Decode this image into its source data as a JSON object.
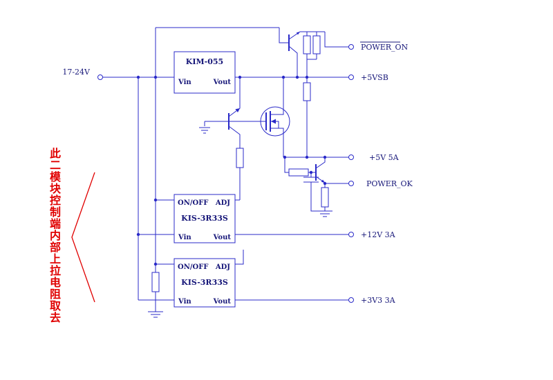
{
  "input": {
    "label": "17-24V"
  },
  "modules": {
    "kim": {
      "name": "KIM-055",
      "vin": "Vin",
      "vout": "Vout"
    },
    "kis1": {
      "name": "KIS-3R33S",
      "on_off": "ON/OFF",
      "adj": "ADJ",
      "vin": "Vin",
      "vout": "Vout"
    },
    "kis2": {
      "name": "KIS-3R33S",
      "on_off": "ON/OFF",
      "adj": "ADJ",
      "vin": "Vin",
      "vout": "Vout"
    }
  },
  "outputs": {
    "power_on": "POWER_ON",
    "v5sb": "+5VSB",
    "v5": "+5V 5A",
    "power_ok": "POWER_OK",
    "v12": "+12V 3A",
    "v3v3": "+3V3 3A"
  },
  "annotation": {
    "text": "此二模块控制端内部上拉电阻取去"
  },
  "colors": {
    "wire": "#2929c8",
    "text": "#151578",
    "annotation": "#e00000"
  }
}
